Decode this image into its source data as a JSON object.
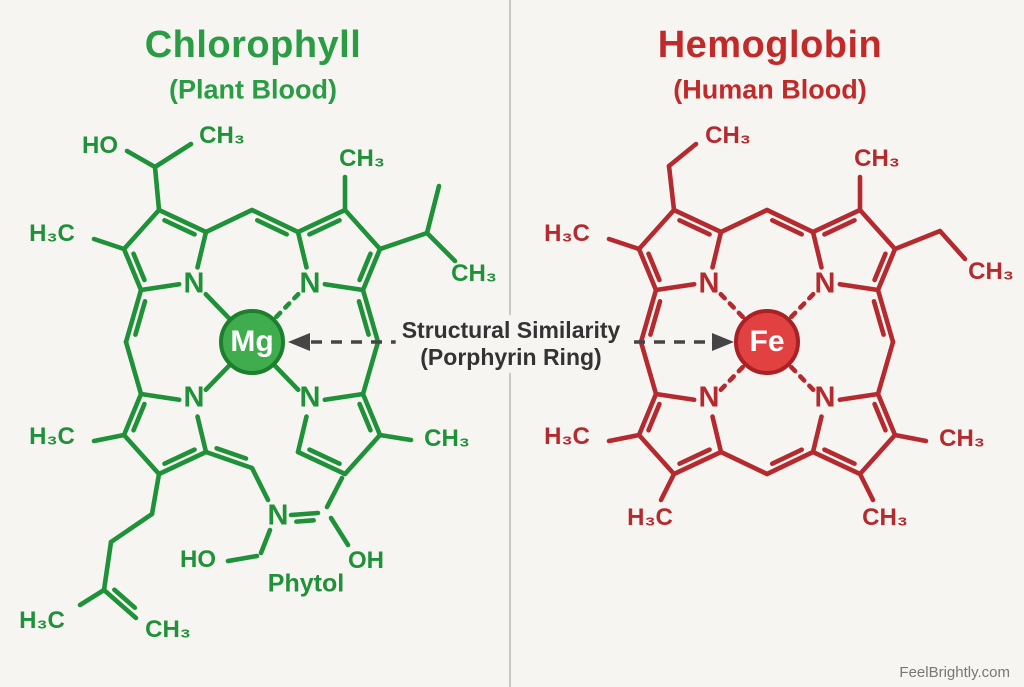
{
  "colors": {
    "background": "#f7f5f2",
    "divider": "#c9c7c4",
    "green": "#1f9138",
    "green_title": "#2a9c43",
    "mg_fill": "#3fad4d",
    "mg_stroke": "#1d7f2e",
    "red": "#b42a2e",
    "red_title": "#c22929",
    "fe_fill": "#e24141",
    "fe_stroke": "#a92125",
    "arrow": "#454545",
    "annotation": "#333333",
    "watermark": "#777777"
  },
  "left": {
    "title": "Chlorophyll",
    "subtitle": "(Plant Blood)",
    "metal": "Mg",
    "labels": {
      "ho_top": "HO",
      "ch3_top": "CH₃",
      "h3c_left": "H₃C",
      "ch3_ring_top": "CH₃",
      "ch3_isopropyl": "CH₃",
      "n_nw": "N",
      "n_ne": "N",
      "n_sw": "N",
      "n_se": "N",
      "h3c_mid_left": "H₃C",
      "ch3_mid_right": "CH₃",
      "n_ring5": "N",
      "ho_bottom": "HO",
      "oh_bottom": "OH",
      "phytol": "Phytol",
      "h3c_tail": "H₃C",
      "ch3_tail": "CH₃"
    }
  },
  "right": {
    "title": "Hemoglobin",
    "subtitle": "(Human Blood)",
    "metal": "Fe",
    "labels": {
      "ch3_ethyl_top": "CH₃",
      "ch3_ring_top": "CH₃",
      "h3c_left": "H₃C",
      "ch3_ethyl_right": "CH₃",
      "n_nw": "N",
      "n_ne": "N",
      "n_sw": "N",
      "n_se": "N",
      "h3c_mid_left": "H₃C",
      "h3c_bottom_left": "H₃C",
      "ch3_mid_right": "CH₃",
      "ch3_bottom_right": "CH₃"
    }
  },
  "center": {
    "line1": "Structural Similarity",
    "line2": "(Porphyrin Ring)"
  },
  "watermark": "FeelBrightly.com"
}
